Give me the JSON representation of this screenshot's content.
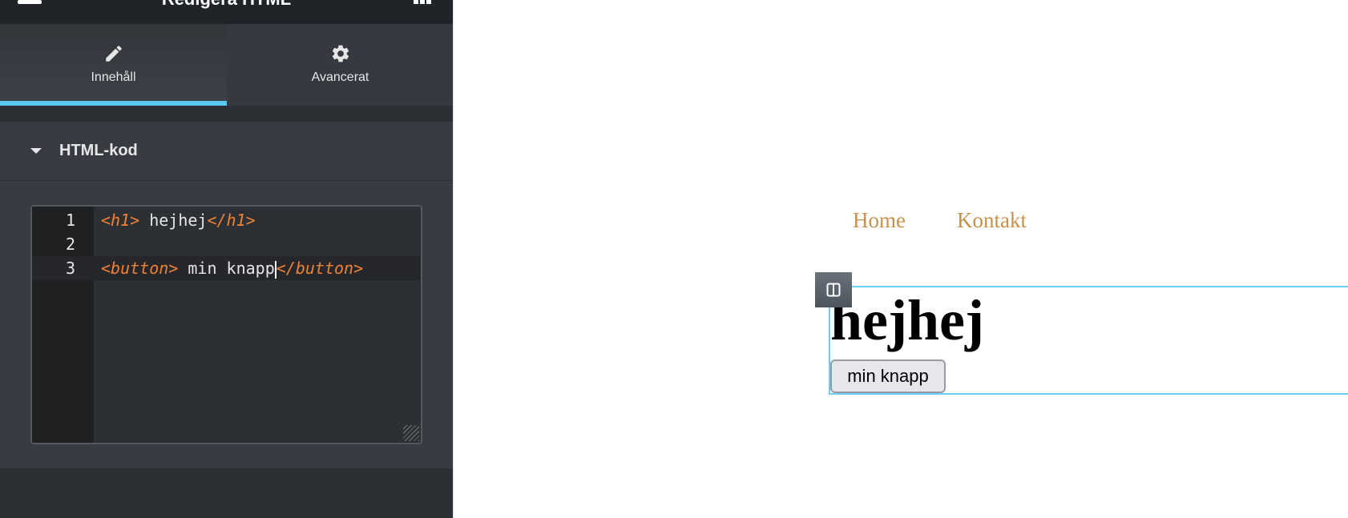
{
  "panel": {
    "title": "Redigera HTML",
    "tabs": [
      {
        "label": "Innehåll",
        "icon": "pencil-icon",
        "active": true
      },
      {
        "label": "Avancerat",
        "icon": "gear-icon",
        "active": false
      }
    ],
    "section": {
      "title": "HTML-kod"
    },
    "editor": {
      "lines": [
        {
          "num": "1",
          "open": "<h1>",
          "text": " hejhej",
          "close": "</h1>"
        },
        {
          "num": "2"
        },
        {
          "num": "3",
          "open": "<button>",
          "text": " min knapp",
          "close": "</button>"
        }
      ]
    },
    "accent": "#5bc9ef"
  },
  "preview": {
    "nav": [
      "Home",
      "Kontakt"
    ],
    "nav_color": "#c8904a",
    "heading": "hejhej",
    "button": "min knapp"
  }
}
